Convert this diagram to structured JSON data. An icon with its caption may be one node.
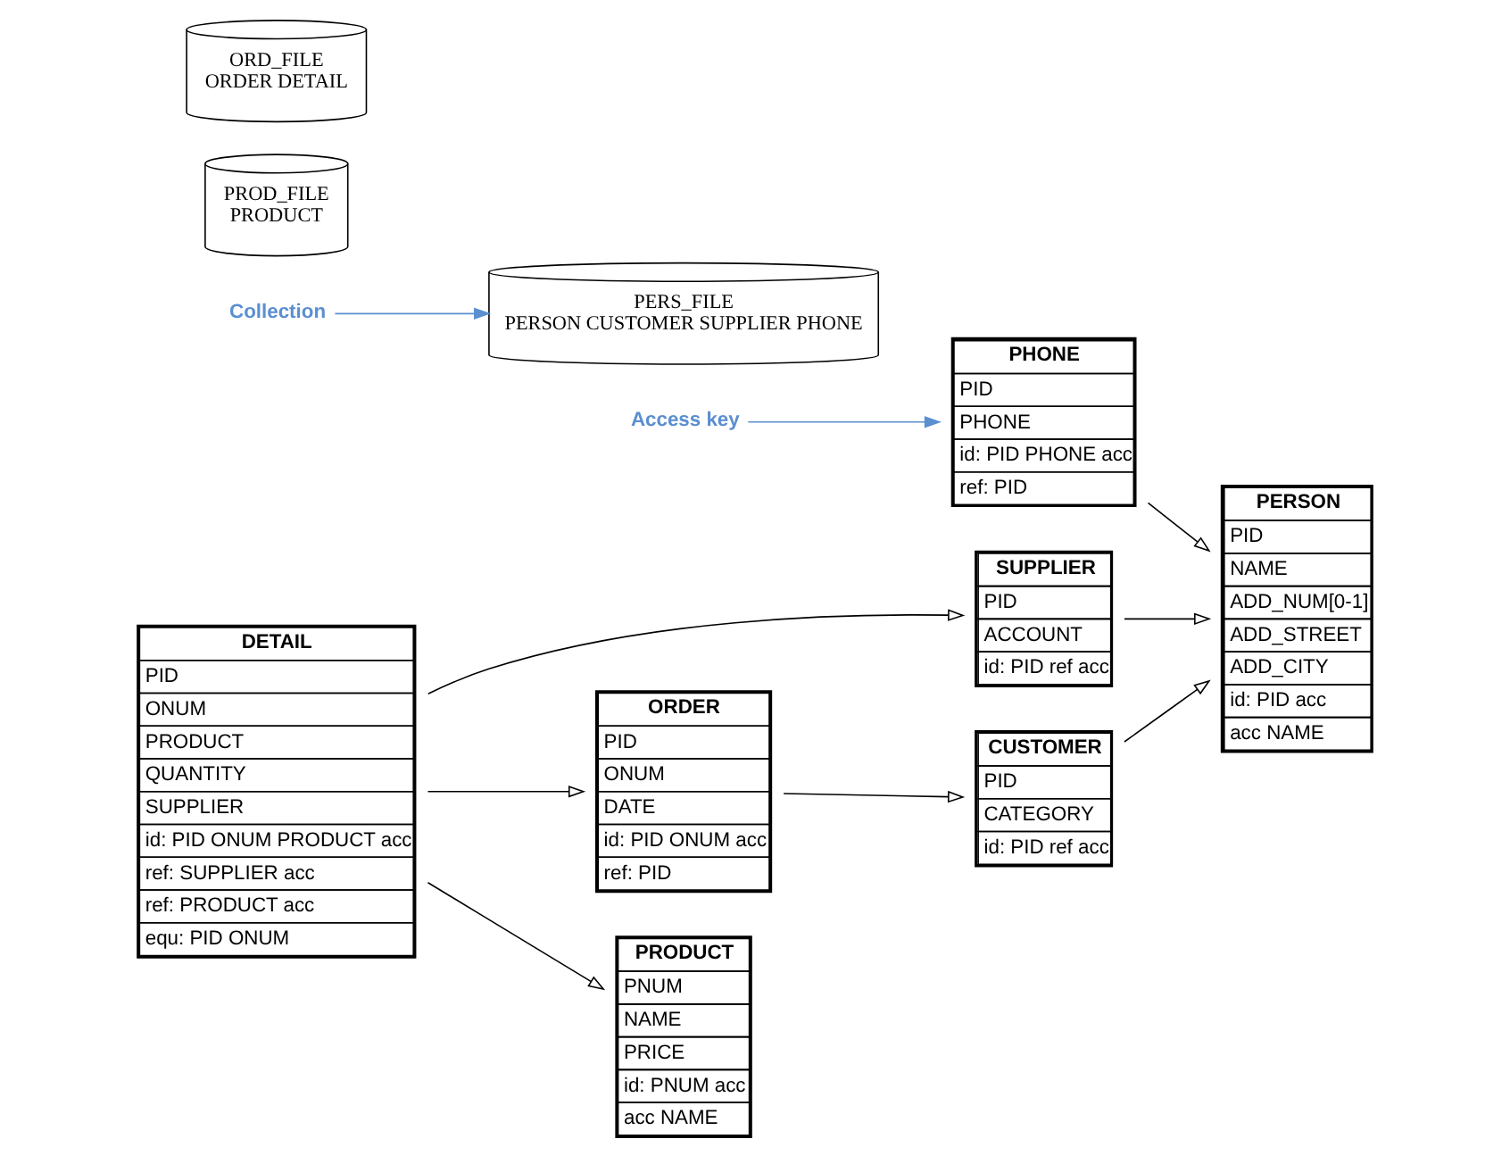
{
  "diagram": {
    "nodes": [
      {
        "text": [
          "PERSON",
          "PID",
          "NAME",
          "ADD_NUM[0-1]",
          "ADD_STREET",
          "ADD_CITY",
          "id: PID acc",
          "acc NAME"
        ]
      },
      {
        "text": [
          "PHONE",
          "PID",
          "PHONE",
          "id: PID PHONE acc",
          "ref: PID"
        ]
      },
      {
        "text": [
          "CUSTOMER",
          "PID",
          "CATEGORY",
          "id: PID ref acc"
        ]
      },
      {
        "text": [
          "DETAIL",
          "PID",
          "ONUM",
          "PRODUCT",
          "QUANTITY",
          "SUPPLIER",
          "id: PID ONUM PRODUCT acc",
          "ref: SUPPLIER acc",
          "ref: PRODUCT acc",
          "equ: PID ONUM"
        ]
      },
      {
        "text": [
          "SUPPLIER",
          "PID",
          "ACCOUNT",
          "id: PID ref acc"
        ]
      },
      {
        "text": [
          "ORDER",
          "PID",
          "ONUM",
          "DATE",
          "id: PID ONUM acc",
          "ref: PID"
        ]
      },
      {
        "text": [
          "PRODUCT",
          "PNUM",
          "NAME",
          "PRICE",
          "id: PNUM acc",
          "acc NAME"
        ]
      },
      {
        "text": [
          "PERS_FILE",
          "PERSON CUSTOMER SUPPLIER PHONE"
        ]
      },
      {
        "text": [
          "PROD_FILE",
          "PRODUCT"
        ]
      },
      {
        "text": [
          "ORD_FILE",
          "ORDER DETAIL"
        ]
      },
      {
        "text": [
          "Access key"
        ]
      },
      {
        "text": [
          "Collection"
        ]
      }
    ],
    "edges": [
      {
        "from": 2,
        "to": 0,
        "arrow": "to"
      },
      {
        "from": 1,
        "to": 0,
        "arrow": "to"
      },
      {
        "from": 4,
        "to": 0,
        "arrow": "to"
      },
      {
        "from": 3,
        "to": 4,
        "arrow": "to"
      },
      {
        "from": 5,
        "to": 2,
        "arrow": "to"
      },
      {
        "from": 3,
        "to": 5,
        "arrow": "to"
      },
      {
        "from": 3,
        "to": 6,
        "arrow": "to"
      },
      {
        "from": 10,
        "to": 1,
        "arrow": "to",
        "color": "#5b8fd0"
      },
      {
        "from": 11,
        "to": 7,
        "arrow": "to",
        "color": "#5b8fd0"
      }
    ]
  }
}
